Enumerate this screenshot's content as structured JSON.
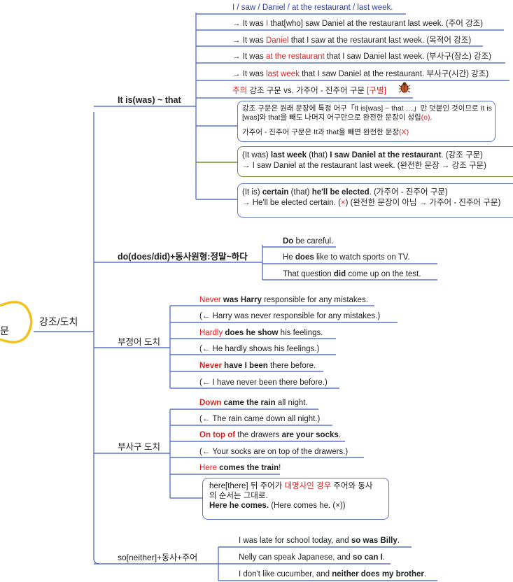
{
  "root": {
    "label": "강조/도치",
    "partial": "문"
  },
  "sections": [
    {
      "id": "cleft",
      "title": "It is(was) ~ that",
      "items": [
        {
          "parts": [
            "I / saw / Daniel / at the restaurant / last week."
          ]
        },
        {
          "parts": [
            "→ It was ",
            "I",
            " that[who] saw Daniel at the restaurant last week. (주어 강조)"
          ]
        },
        {
          "parts": [
            "→ It was ",
            "Daniel",
            " that I saw at the restaurant last week. (목적어 강조)"
          ]
        },
        {
          "parts": [
            "→ It was ",
            "at the restaurant",
            " that I saw Daniel last week. (부사구(장소) 강조)"
          ]
        },
        {
          "parts": [
            "→ It was ",
            "last week",
            " that I saw Daniel at the restaurant. 부사구(시간) 강조)"
          ]
        },
        {
          "parts": [
            "주의",
            " 강조 구문 vs. 가주어 - 진주어 구문 ",
            "[구별]"
          ]
        }
      ],
      "note": {
        "line1": "강조 구문은 원래 문장에 특정 어구「It is[was] ~ that …」만 덧붙인 것이므로 It is",
        "line2a": "[was]와 that을 빼도 나머지 어구만으로 완전한 문장이 성립",
        "line2b": "(o)",
        "line2c": ".",
        "line3a": "가주어 - 진주어 구문은 It과 that을 빼면 완전한 문장",
        "line3b": "(X)"
      },
      "example1": {
        "l1": [
          "(It was) ",
          "last week",
          " (that) ",
          "I saw Daniel at the restaurant",
          ". (강조 구문)"
        ],
        "l2": "→ I saw Daniel at the restaurant last week. (완전한 문장 → 강조 구문)"
      },
      "example2": {
        "l1": [
          "(It is) ",
          "certain",
          " (that) ",
          "he'll be elected",
          ". (가주어 - 진주어 구문)"
        ],
        "l2a": "→ He'll be elected certain. (",
        "l2b": "×",
        "l2c": ") (완전한 문장이 아님 → 가주어 - 진주어 구문)"
      }
    },
    {
      "id": "do",
      "title": "do(does/did)+동사원형:정말~하다",
      "items": [
        {
          "parts": [
            "Do",
            " be careful."
          ]
        },
        {
          "parts": [
            "He ",
            "does",
            " like to watch sports on TV."
          ]
        },
        {
          "parts": [
            "That question ",
            "did",
            " come up on the test."
          ]
        }
      ]
    },
    {
      "id": "neg",
      "title": "부정어 도치",
      "items": [
        {
          "parts": [
            "Never",
            " was Harry",
            " responsible for any mistakes."
          ]
        },
        {
          "parts": [
            "(← Harry was never responsible for any mistakes.)"
          ]
        },
        {
          "parts": [
            "Hardly",
            " does he show",
            " his feelings."
          ]
        },
        {
          "parts": [
            "(← He hardly shows his feelings.)"
          ]
        },
        {
          "parts": [
            "Never",
            " have I been",
            " there before."
          ]
        },
        {
          "parts": [
            "(← I have never been there before.)"
          ]
        }
      ]
    },
    {
      "id": "adv",
      "title": "부사구 도치",
      "items": [
        {
          "parts": [
            "Down",
            " came the rain",
            " all night."
          ]
        },
        {
          "parts": [
            "(← The rain came down all night.)"
          ]
        },
        {
          "parts": [
            "On top of",
            " the drawers ",
            "are your socks",
            "."
          ]
        },
        {
          "parts": [
            "(← Your socks are on top of the drawers.)"
          ]
        },
        {
          "parts": [
            "Here",
            " comes the train",
            "!"
          ]
        }
      ],
      "note": {
        "l1a": "here[there] 뒤 주어가 ",
        "l1b": "대명사인 경우",
        "l1c": " 주어와 동사",
        "l2": "의 순서는 그대로.",
        "l3a": "Here he comes.",
        "l3b": " (Here comes he. (×))"
      }
    },
    {
      "id": "so",
      "title": "so[neither]+동사+주어",
      "items": [
        {
          "parts": [
            "I was late for school today, and ",
            "so was Billy",
            "."
          ]
        },
        {
          "parts": [
            "Nelly can speak Japanese, and ",
            "so can I",
            "."
          ]
        },
        {
          "parts": [
            "I don't like cucumber, and ",
            "neither does my brother",
            "."
          ]
        }
      ]
    }
  ],
  "colors": {
    "line": "#5a74cc",
    "green": "#6f8f25",
    "red": "#e02020",
    "root": "#f2c21a"
  },
  "icons": [
    "bug-icon"
  ]
}
